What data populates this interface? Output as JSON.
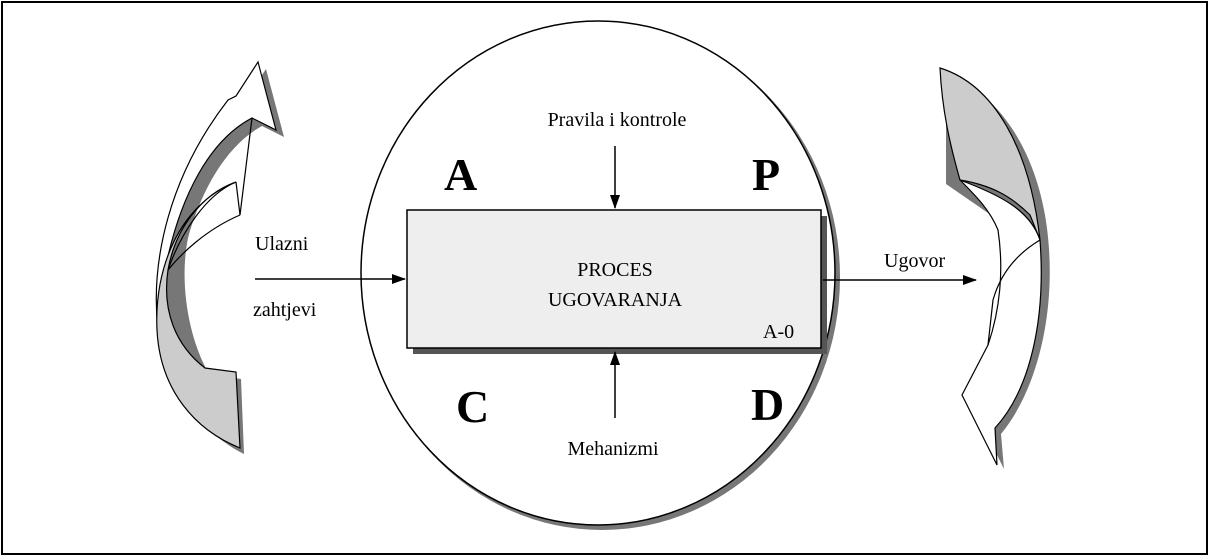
{
  "diagram": {
    "control_label": "Pravila i kontrole",
    "input_label_line1": "Ulazni",
    "input_label_line2": "zahtjevi",
    "output_label": "Ugovor",
    "mechanism_label": "Mehanizmi",
    "process_line1": "PROCES",
    "process_line2": "UGOVARANJA",
    "node_id": "A-0",
    "quadrants": {
      "top_left": "A",
      "top_right": "P",
      "bottom_left": "C",
      "bottom_right": "D"
    },
    "colors": {
      "process_fill": "#eeeeee",
      "arrow_fill": "#cccccc",
      "stroke": "#000000"
    }
  }
}
